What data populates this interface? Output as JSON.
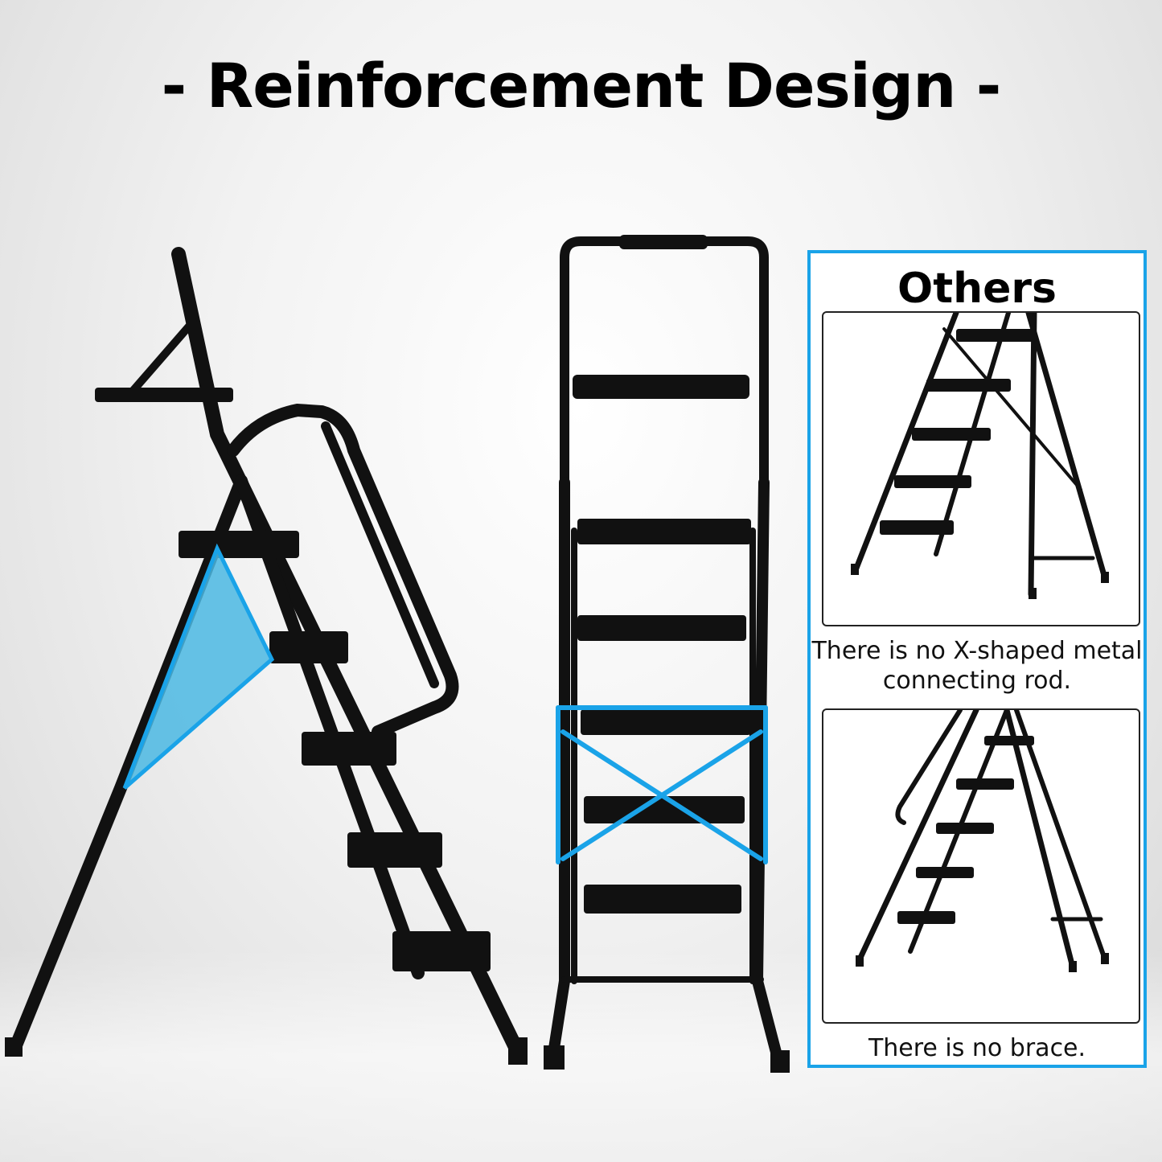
{
  "headline": "- Reinforcement Design -",
  "comparison_panel": {
    "title": "Others",
    "examples": [
      {
        "caption": "There is no X-shaped metal connecting rod."
      },
      {
        "caption": "There is no brace."
      }
    ]
  },
  "colors": {
    "accent": "#1aa3e8",
    "highlight_fill": "#4bb8e3",
    "ladder": "#111111"
  },
  "icons": [
    "ladder-side-view",
    "ladder-front-view",
    "x-brace-highlight",
    "triangle-brace-highlight"
  ]
}
